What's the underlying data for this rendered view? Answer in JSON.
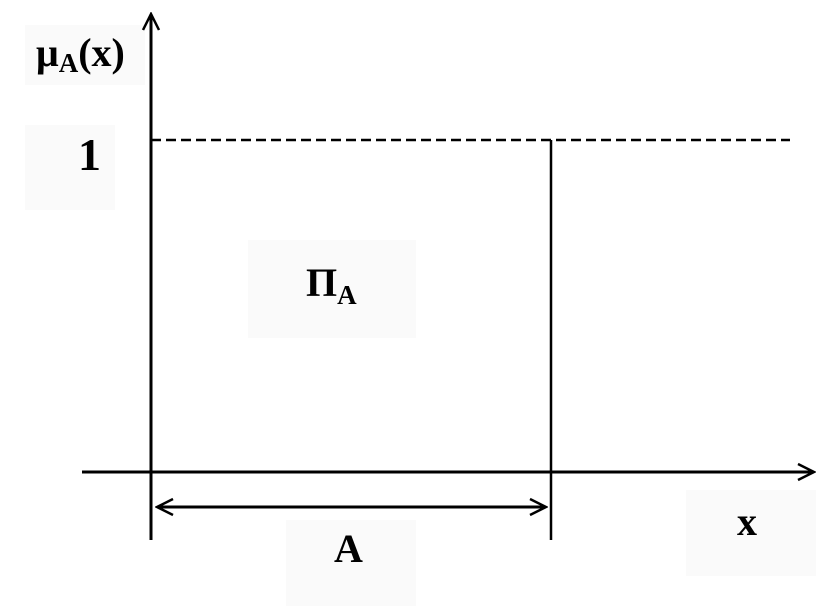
{
  "diagram": {
    "y_label": {
      "main": "μ",
      "sub": "A",
      "tail": "(x)"
    },
    "y_tick": "1",
    "x_label": "x",
    "set_label": {
      "main": "Π",
      "sub": "A"
    },
    "interval_label": "A"
  }
}
